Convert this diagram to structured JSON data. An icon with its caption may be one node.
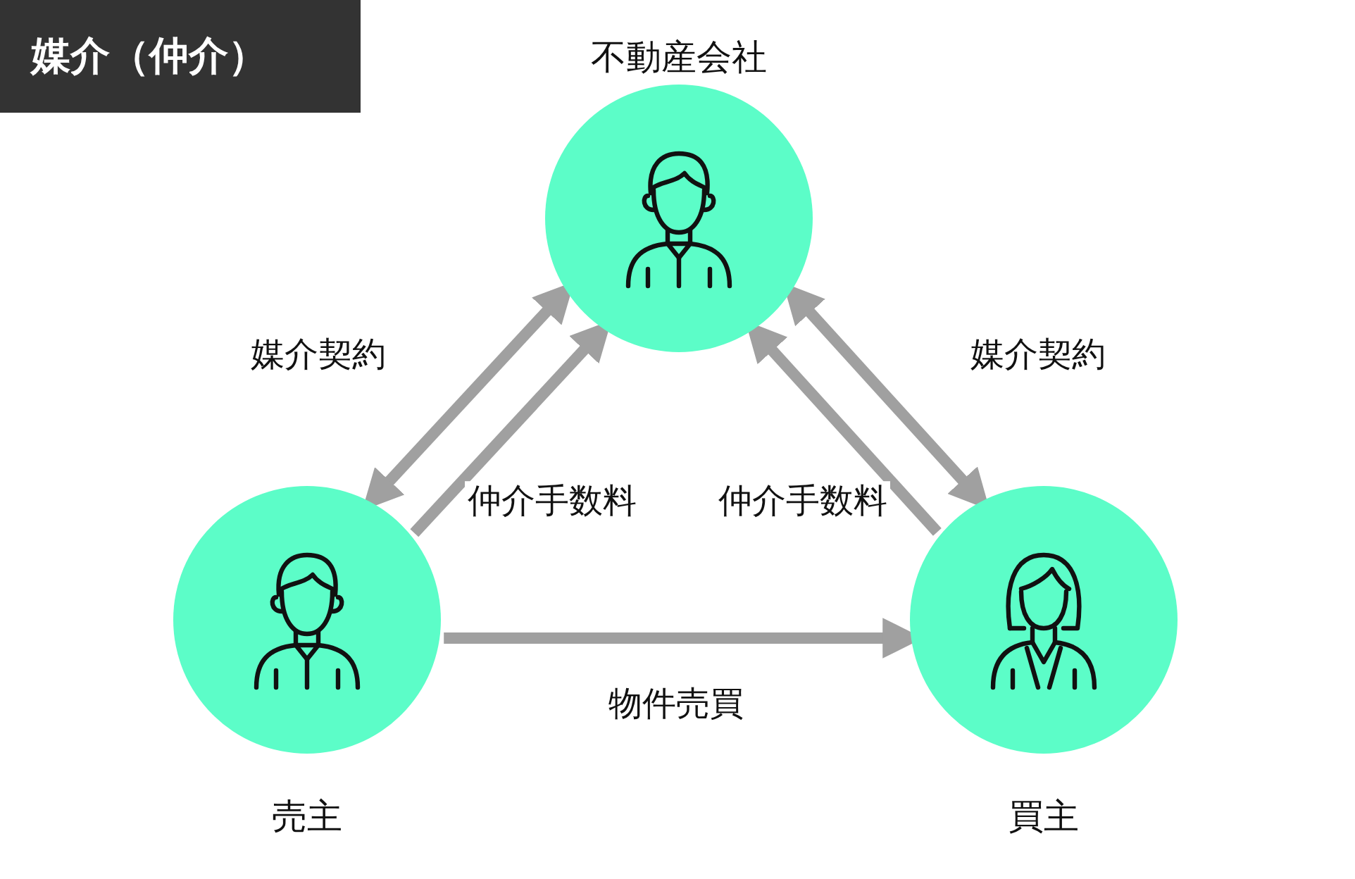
{
  "diagram": {
    "title": "媒介（仲介）",
    "nodes": [
      {
        "text": [
          "不動産会社"
        ]
      },
      {
        "text": [
          "売主"
        ]
      },
      {
        "text": [
          "買主"
        ]
      }
    ],
    "edges": [
      {
        "from": 1,
        "to": 0,
        "arrow": "both",
        "label": "媒介契約"
      },
      {
        "from": 1,
        "to": 0,
        "arrow": "to",
        "label": "仲介手数料"
      },
      {
        "from": 2,
        "to": 0,
        "arrow": "to",
        "label": "仲介手数料"
      },
      {
        "from": 0,
        "to": 2,
        "arrow": "both",
        "label": "媒介契約"
      },
      {
        "from": 1,
        "to": 2,
        "arrow": "to",
        "label": "物件売買"
      }
    ]
  }
}
